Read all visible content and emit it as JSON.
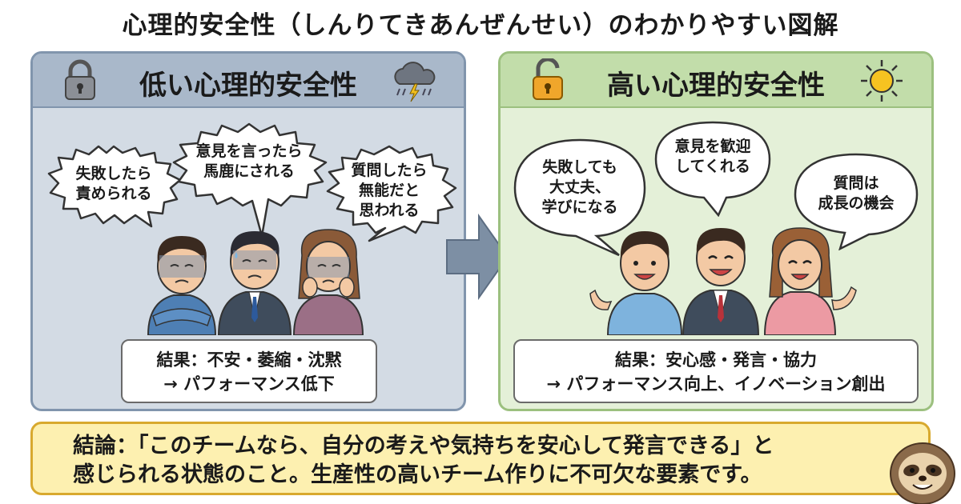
{
  "title": "心理的安全性（しんりてきあんぜんせい）のわかりやすい図解",
  "low": {
    "heading": "低い心理的安全性",
    "bubbles": [
      {
        "line1": "失敗したら",
        "line2": "責められる"
      },
      {
        "line1": "意見を言ったら",
        "line2": "馬鹿にされる"
      },
      {
        "line1": "質問したら",
        "line2": "無能だと",
        "line3": "思われる"
      }
    ],
    "result_line1": "結果：不安・萎縮・沈黙",
    "result_line2": "→ パフォーマンス低下"
  },
  "high": {
    "heading": "高い心理的安全性",
    "bubbles": [
      {
        "line1": "失敗しても",
        "line2": "大丈夫、",
        "line3": "学びになる"
      },
      {
        "line1": "意見を歓迎",
        "line2": "してくれる"
      },
      {
        "line1": "質問は",
        "line2": "成長の機会"
      }
    ],
    "result_line1": "結果：安心感・発言・協力",
    "result_line2": "→ パフォーマンス向上、イノベーション創出"
  },
  "conclusion": {
    "line1": "結論：「このチームなら、自分の考えや気持ちを安心して発言できる」と",
    "line2": "感じられる状態のこと。生産性の高いチーム作りに不可欠な要素です。"
  },
  "icons": {
    "low_left": "locked-padlock-icon",
    "low_right": "storm-cloud-icon",
    "high_left": "unlocked-padlock-icon",
    "high_right": "sun-icon",
    "center": "right-arrow-icon",
    "mascot": "sloth-icon"
  },
  "colors": {
    "low_panel": "#d3dbe4",
    "low_header": "#a9b8ca",
    "high_panel": "#e4f0d8",
    "high_header": "#c2ddaa",
    "conclusion_bg": "#fdf0b0",
    "conclusion_border": "#d8a92e"
  }
}
